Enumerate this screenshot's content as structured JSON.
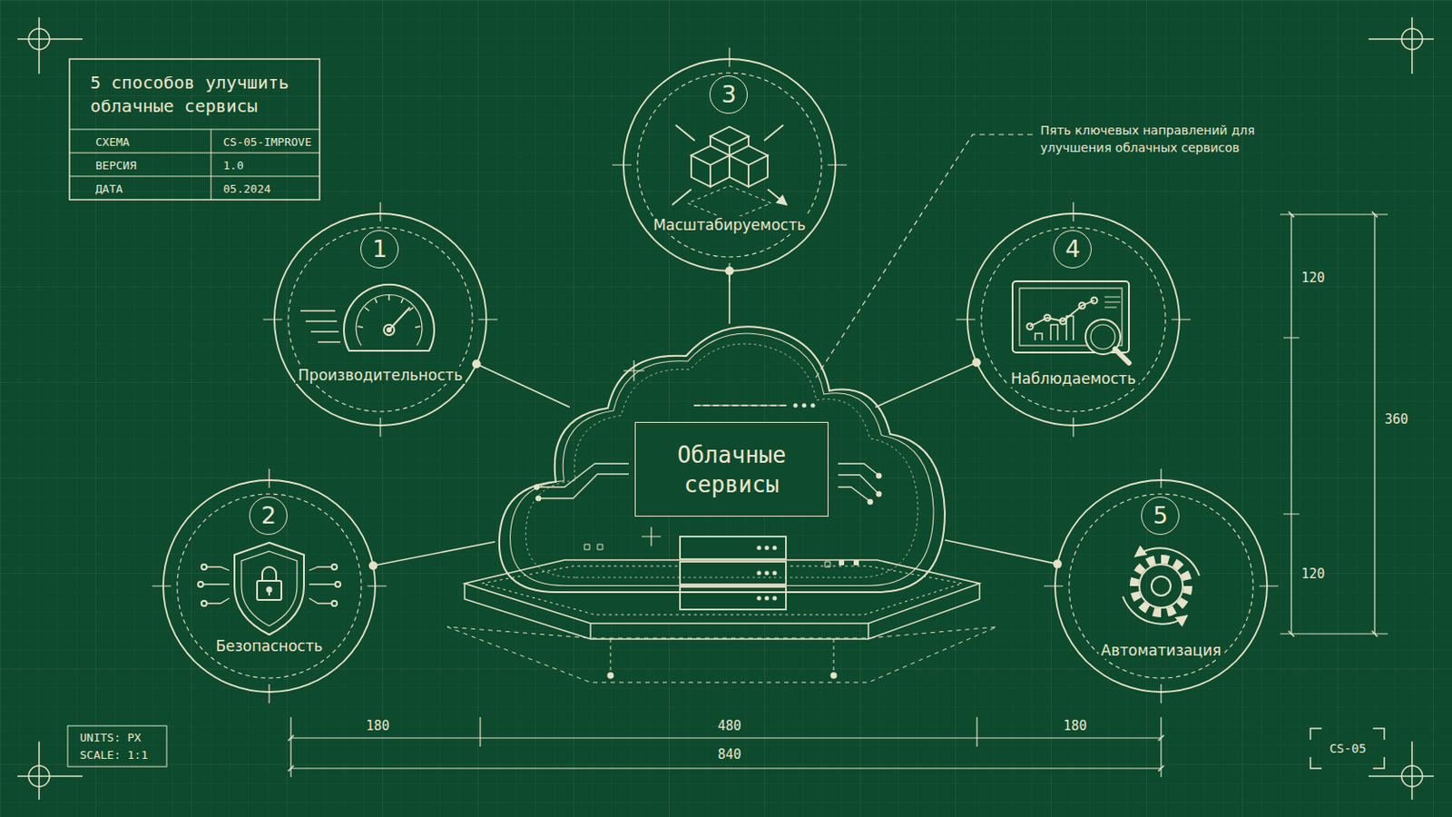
{
  "diagram": {
    "title": "5 способов улучшить облачные сервисы",
    "nodes": [
      {
        "text": [
          "1",
          "Производительность"
        ]
      },
      {
        "text": [
          "2",
          "Безопасность"
        ]
      },
      {
        "text": [
          "3",
          "Масштабируемость"
        ]
      },
      {
        "text": [
          "4",
          "Наблюдаемость"
        ]
      },
      {
        "text": [
          "5",
          "Автоматизация"
        ]
      },
      {
        "text": [
          "Облачные сервисы"
        ]
      }
    ],
    "edges": [
      {
        "from": 5,
        "to": 0,
        "arrow": "none"
      },
      {
        "from": 5,
        "to": 1,
        "arrow": "none"
      },
      {
        "from": 5,
        "to": 2,
        "arrow": "none"
      },
      {
        "from": 5,
        "to": 3,
        "arrow": "none"
      },
      {
        "from": 5,
        "to": 4,
        "arrow": "none"
      }
    ],
    "labels": [
      "СХЕМА",
      "CS-05-IMPROVE",
      "ВЕРСИЯ",
      "1.0",
      "ДАТА",
      "05.2024",
      "Пять ключевых направлений для улучшения облачных сервисов",
      "120",
      "360",
      "120",
      "180",
      "480",
      "180",
      "840",
      "UNITS: PX",
      "SCALE: 1:1",
      "CS-05"
    ]
  }
}
